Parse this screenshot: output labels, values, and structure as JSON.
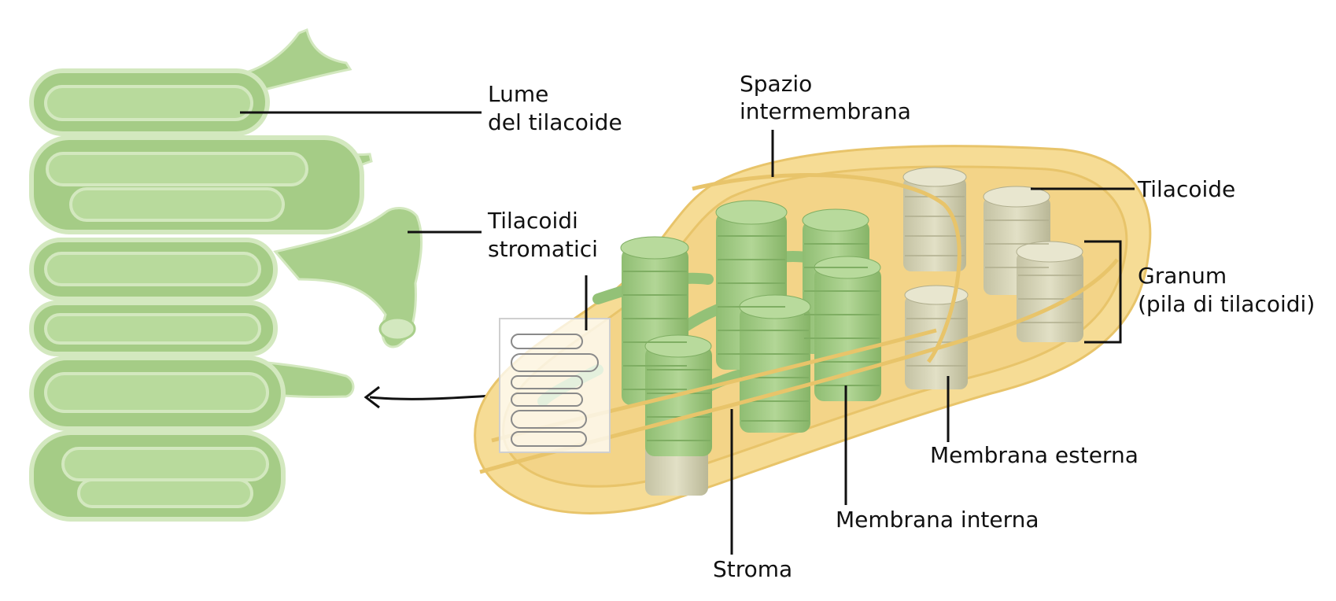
{
  "labels": {
    "lumen_line1": "Lume",
    "lumen_line2": "del tilacoide",
    "stromal_line1": "Tilacoidi",
    "stromal_line2": "stromatici",
    "intermembrane_line1": "Spazio",
    "intermembrane_line2": "intermembrana",
    "thylakoid": "Tilacoide",
    "granum_line1": "Granum",
    "granum_line2": "(pila di tilacoidi)",
    "outer_membrane": "Membrana esterna",
    "inner_membrane": "Membrana interna",
    "stroma": "Stroma"
  },
  "colors": {
    "outer_envelope": "#f6dc95",
    "inner_envelope": "#f3d488",
    "membrane_line": "#e8c46a",
    "thylakoid_green": "#a5cc86",
    "thylakoid_dark": "#7fae63",
    "thylakoid_light": "#d3e8bf",
    "grey_granum": "#d6d4b6",
    "grey_granum_dark": "#b0ae8e",
    "leader_line": "#111111"
  }
}
